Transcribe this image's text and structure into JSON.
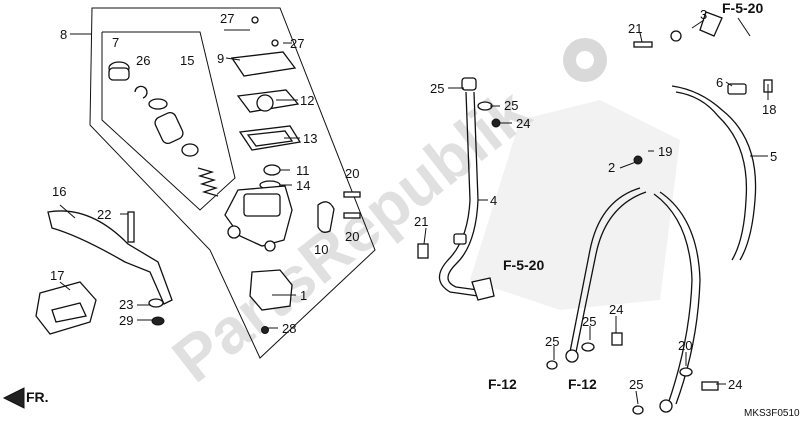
{
  "watermark": "PartsRepublik",
  "diagram_code": "MKS3F0510",
  "front_marker": "FR.",
  "refs": {
    "f520_top": "F-5-20",
    "f520_mid": "F-5-20",
    "f12_left": "F-12",
    "f12_right": "F-12"
  },
  "labels": {
    "p1": "1",
    "p2": "2",
    "p3": "3",
    "p4": "4",
    "p5": "5",
    "p6": "6",
    "p7": "7",
    "p8": "8",
    "p9": "9",
    "p10": "10",
    "p11": "11",
    "p12": "12",
    "p13": "13",
    "p14": "14",
    "p15": "15",
    "p16": "16",
    "p17": "17",
    "p18": "18",
    "p19": "19",
    "p20a": "20",
    "p20b": "20",
    "p20c": "20",
    "p21a": "21",
    "p21b": "21",
    "p22": "22",
    "p23": "23",
    "p24a": "24",
    "p24b": "24",
    "p24c": "24",
    "p25a": "25",
    "p25b": "25",
    "p25c": "25",
    "p25d": "25",
    "p25e": "25",
    "p26": "26",
    "p27a": "27",
    "p27b": "27",
    "p28": "28",
    "p29": "29"
  },
  "colors": {
    "line": "#111111",
    "watermark": "#d6d6d6",
    "background": "#ffffff"
  }
}
